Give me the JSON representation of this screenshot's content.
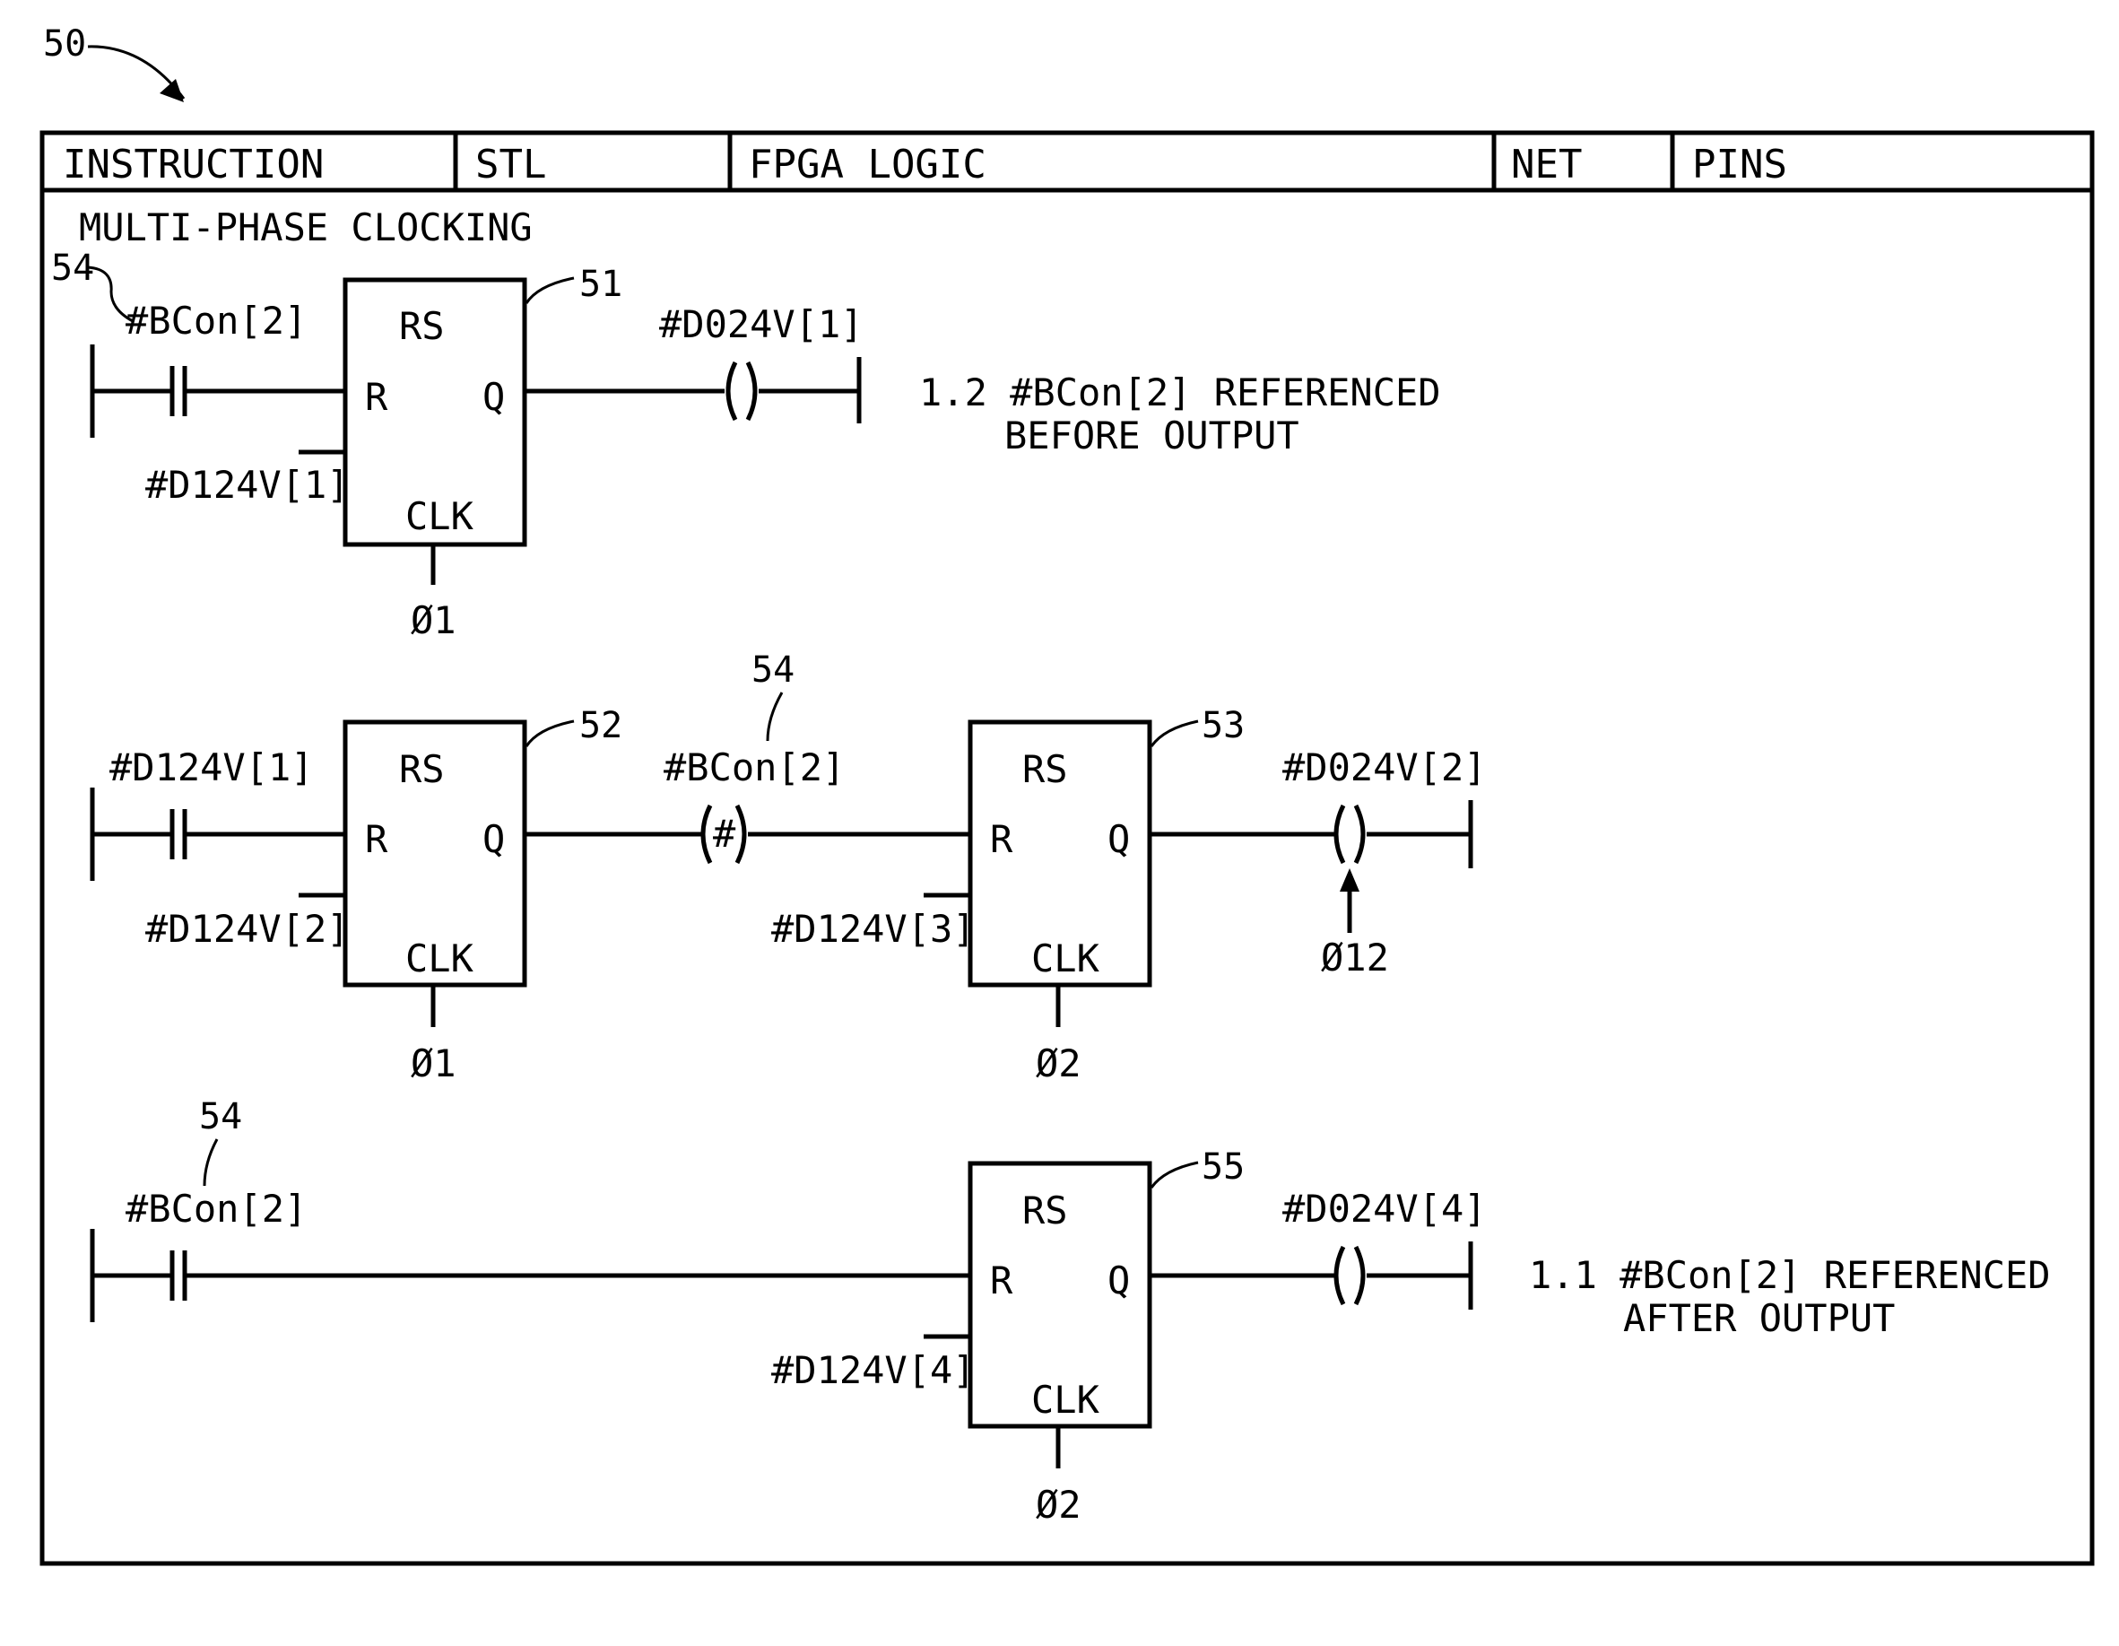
{
  "figure_ref": "50",
  "tabs": [
    "INSTRUCTION",
    "STL",
    "FPGA LOGIC",
    "NET",
    "PINS"
  ],
  "section_title": "MULTI-PHASE CLOCKING",
  "rungs": [
    {
      "contact_label": "#BCon[2]",
      "contact_ref": "54",
      "blocks": [
        {
          "ref": "51",
          "type": "RS",
          "r": "R",
          "q": "Q",
          "clk": "CLK",
          "reset_label": "#D124V[1]",
          "clock": "Ø1"
        }
      ],
      "coil_label": "#D024V[1]",
      "note_line1": "1.2 #BCon[2] REFERENCED",
      "note_line2": "BEFORE OUTPUT"
    },
    {
      "contact_label": "#D124V[1]",
      "blocks": [
        {
          "ref": "52",
          "type": "RS",
          "r": "R",
          "q": "Q",
          "clk": "CLK",
          "reset_label": "#D124V[2]",
          "clock": "Ø1"
        },
        {
          "ref": "53",
          "type": "RS",
          "r": "R",
          "q": "Q",
          "clk": "CLK",
          "reset_label": "#D124V[3]",
          "clock": "Ø2"
        }
      ],
      "mid_coil_label": "#BCon[2]",
      "mid_coil_symbol": "#",
      "mid_coil_ref": "54",
      "coil_label": "#D024V[2]",
      "coil_clock": "Ø12"
    },
    {
      "contact_label": "#BCon[2]",
      "contact_ref": "54",
      "blocks": [
        {
          "ref": "55",
          "type": "RS",
          "r": "R",
          "q": "Q",
          "clk": "CLK",
          "reset_label": "#D124V[4]",
          "clock": "Ø2"
        }
      ],
      "coil_label": "#D024V[4]",
      "note_line1": "1.1 #BCon[2] REFERENCED",
      "note_line2": "AFTER OUTPUT"
    }
  ]
}
